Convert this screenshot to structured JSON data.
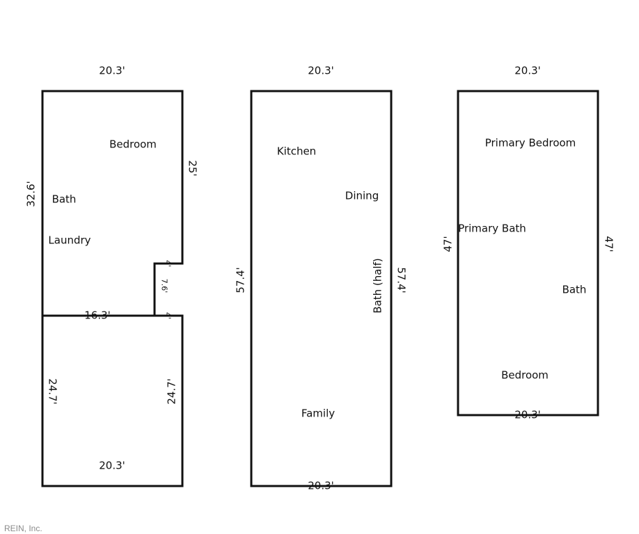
{
  "floors": [
    {
      "rooms": [
        "Bedroom",
        "Bath",
        "Laundry"
      ],
      "dims": {
        "top": "20.3'",
        "left": "32.6'",
        "right_upper": "25'",
        "step_top": "4'",
        "step_side": "7.6'",
        "step_bottom": "4'",
        "mid_width": "16.3'",
        "lower_left": "24.7'",
        "lower_right": "24.7'",
        "bottom": "20.3'"
      }
    },
    {
      "rooms": [
        "Kitchen",
        "Dining",
        "Bath (half)",
        "Family"
      ],
      "dims": {
        "top": "20.3'",
        "left": "57.4'",
        "right": "57.4'",
        "bottom": "20.3'"
      }
    },
    {
      "rooms": [
        "Primary Bedroom",
        "Primary Bath",
        "Bath",
        "Bedroom"
      ],
      "dims": {
        "top": "20.3'",
        "left": "47'",
        "right": "47'",
        "bottom": "20.3'"
      }
    }
  ],
  "credit": "REIN, Inc."
}
